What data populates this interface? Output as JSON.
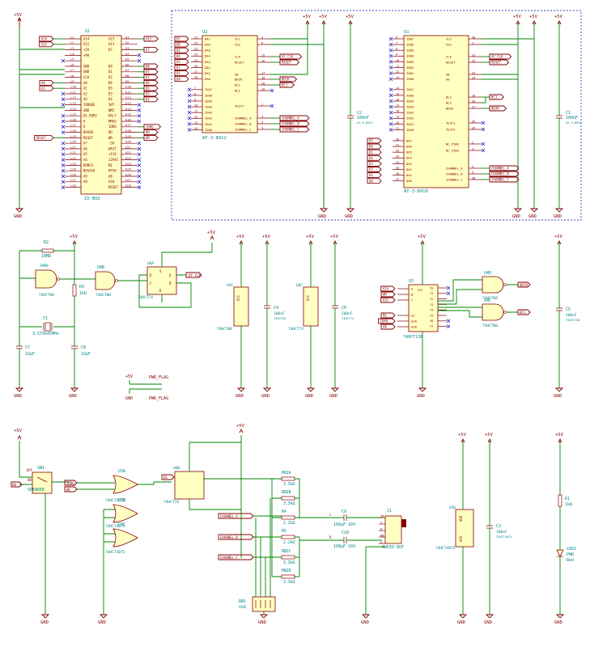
{
  "colors": {
    "wire": "#008400",
    "body": "#ffffc2",
    "outline": "#840000",
    "ref": "#008484",
    "noconnect": "#0000c8",
    "border": "#4040c0"
  },
  "nets": {
    "vcc": "+5V",
    "gnd": "GND"
  },
  "bus": {
    "ref": "J2",
    "name": "ZX BUS",
    "left_pins": [
      "L1",
      "L2",
      "L3",
      "L4",
      "L5",
      "L6",
      "L7",
      "L8",
      "L9",
      "L10",
      "L11",
      "L12",
      "L13",
      "L14",
      "L15",
      "L16",
      "L17",
      "L18",
      "L19",
      "L20",
      "L21",
      "L22",
      "L23",
      "L24",
      "L25",
      "L26",
      "L27",
      "L28"
    ],
    "left_funcs": [
      "A14",
      "A12",
      "+5V",
      "+9V",
      "",
      "GND",
      "GND",
      "CLK",
      "A0",
      "A1",
      "A2",
      "A3",
      "IORQGE",
      "GND",
      "DI_ROM2",
      "V",
      "U",
      "BUSRQ",
      "RESET",
      "A7",
      "A6",
      "A5",
      "A4",
      "ROMCS",
      "BUSACK",
      "A9",
      "A8",
      ""
    ],
    "right_funcs": [
      "A15",
      "A13",
      "D7",
      "",
      "",
      "D0",
      "D1",
      "D2",
      "D6",
      "D5",
      "D3",
      "D4",
      "INT",
      "NMI",
      "HALT",
      "MREQ",
      "IORQ",
      "RD",
      "WR",
      "-5V",
      "WAIT",
      "+12V",
      "12VAC",
      "M1",
      "RFSH",
      "A8",
      "A10",
      "RESET"
    ],
    "right_pins": [
      "U1",
      "U2",
      "U3",
      "U4",
      "U5",
      "U6",
      "U7",
      "U8",
      "U9",
      "U10",
      "U11",
      "U12",
      "U13",
      "U14",
      "U15",
      "U16",
      "U17",
      "U18",
      "U19",
      "U20",
      "U21",
      "U22",
      "U23",
      "U24",
      "U25",
      "U26",
      "U27",
      "U28"
    ],
    "left_labels": [
      "A14",
      "A15",
      "A0",
      "A1",
      "RESET"
    ],
    "right_labels": [
      "A15",
      "D7",
      "D0",
      "D1",
      "D2",
      "D6",
      "D5",
      "D3",
      "D4",
      "IORQ",
      "RD",
      "WR"
    ]
  },
  "ay1": {
    "ref": "U2",
    "value": "AY-3-8912",
    "left_pins": [
      "DA7",
      "DA6",
      "DA5",
      "DA4",
      "DA3",
      "DA2",
      "DA1",
      "DA0",
      "IOA7",
      "IOA6",
      "IOA5",
      "IOA4",
      "IOA3",
      "IOA2",
      "IOA1",
      "IOA0"
    ],
    "left_nums": [
      "21",
      "22",
      "23",
      "24",
      "25",
      "26",
      "27",
      "28",
      "7",
      "8",
      "9",
      "10",
      "11",
      "12",
      "13",
      "14"
    ],
    "data_labels": [
      "D7",
      "D6",
      "D5",
      "D4",
      "D3",
      "D2",
      "D1",
      "D0"
    ],
    "right_pins": [
      "VCC",
      "VSS",
      "CLK",
      "RESET",
      "A8",
      "BDIR",
      "BC1",
      "BC2",
      "TEST1",
      "CHANNEL_A",
      "CHANNEL_B",
      "CHANNEL_C"
    ],
    "right_nums": [
      "3",
      "6",
      "15",
      "16",
      "17",
      "18",
      "20",
      "19",
      "2",
      "4",
      "5",
      "1"
    ],
    "right_labels": [
      "AY_CLK",
      "RESET",
      "BDIR",
      "BC1",
      "CHANNEL_A",
      "CHANNEL_B",
      "CHANNEL_C"
    ]
  },
  "ay2": {
    "ref": "U1",
    "value": "AY-3-8910",
    "left_pins": [
      "IOB7",
      "IOB6",
      "IOB5",
      "IOB4",
      "IOB3",
      "IOB2",
      "IOB1",
      "IOB0",
      "IOA7",
      "IOA6",
      "IOA5",
      "IOA4",
      "IOA3",
      "IOA2",
      "IOA1",
      "IOA0",
      "DA7",
      "DA6",
      "DA5",
      "DA4",
      "DA3",
      "DA2",
      "DA1",
      "DA0"
    ],
    "left_nums": [
      "6",
      "7",
      "8",
      "9",
      "10",
      "11",
      "12",
      "13",
      "14",
      "15",
      "16",
      "17",
      "18",
      "19",
      "20",
      "21",
      "30",
      "31",
      "32",
      "33",
      "34",
      "35",
      "36",
      "37"
    ],
    "data_labels": [
      "D7",
      "D6",
      "D5",
      "D4",
      "D3",
      "D2",
      "D1",
      "D0"
    ],
    "right_pins": [
      "VCC",
      "VSS",
      "CLK",
      "RESET",
      "A8",
      "A9",
      "BC1",
      "BC2",
      "BDIR",
      "TEST1",
      "TEST2",
      "NC_PIN2",
      "NC_PIN3",
      "CHANNEL_A",
      "CHANNEL_B",
      "CHANNEL_C"
    ],
    "right_nums": [
      "40",
      "1",
      "22",
      "23",
      "25",
      "24",
      "29",
      "28",
      "27",
      "39",
      "26",
      "2",
      "3",
      "4",
      "5",
      "38"
    ],
    "right_labels": [
      "AY_CLK",
      "RESET",
      "BC1",
      "BDIR",
      "CHANNEL_A",
      "CHANNEL_B",
      "CHANNEL_C"
    ]
  },
  "caps_top": [
    {
      "ref": "C2",
      "value": "100nF",
      "sub": "AY-3-8912"
    },
    {
      "ref": "C1",
      "value": "100nF",
      "sub": "AY-3-8910"
    }
  ],
  "osc": {
    "r2": {
      "ref": "R2",
      "value": "10MΩ"
    },
    "u4a": {
      "ref": "U4A",
      "value": "74HCT00"
    },
    "u4b": {
      "ref": "U4B",
      "value": "74HCT00"
    },
    "r3": {
      "ref": "R3",
      "value": "1kΩ"
    },
    "y1": {
      "ref": "Y1",
      "value": "3.579545MHz"
    },
    "c7": {
      "ref": "C7",
      "value": "22pF"
    },
    "c8": {
      "ref": "C8",
      "value": "22pF"
    },
    "u6a": {
      "ref": "U6A",
      "value": "74HCT74",
      "pins": [
        "D",
        "C",
        "S",
        "R",
        "Q",
        "Q̅"
      ]
    },
    "clk_label": "AY_CLK"
  },
  "pwr_flags": [
    "PWR_FLAG",
    "PWR_FLAG"
  ],
  "decouple": [
    {
      "ref": "U4C",
      "value": "74HCT00",
      "cap_ref": "C4",
      "cap_val": "100nF",
      "cap_sub": "74HCT00"
    },
    {
      "ref": "U6C",
      "value": "74HCT74",
      "cap_ref": "C6",
      "cap_val": "100nF",
      "cap_sub": "74HCT74"
    }
  ],
  "dec": {
    "ref": "U5",
    "value": "74HCT138",
    "left_pins": [
      "A",
      "B",
      "C",
      "G1",
      "G2A",
      "G2B"
    ],
    "left_labels": [
      "A14",
      "WR",
      "A15",
      "M1",
      "IORQ",
      "A0"
    ],
    "right_pins": [
      "Y0",
      "Y1",
      "Y2",
      "Y3",
      "Y4",
      "Y5",
      "Y6",
      "Y7"
    ],
    "right_nums": [
      "15",
      "14",
      "13",
      "12",
      "11",
      "10",
      "9",
      "7"
    ]
  },
  "nand_out": [
    {
      "ref": "U4D",
      "value": "74HCT00",
      "label": "BDIR"
    },
    {
      "ref": "U4C",
      "value": "74HCT00",
      "label": "BC1"
    }
  ],
  "c5": {
    "ref": "C5",
    "value": "100nF",
    "sub": "74HCT138"
  },
  "speaker": {
    "ref": "SW1",
    "name": "SPEAKER",
    "off": "OFF",
    "on": "ON",
    "in_label": "A0"
  },
  "or_gates": [
    {
      "ref": "U3A",
      "value": "74HCT4075"
    },
    {
      "ref": "U3B",
      "value": "74HCT4075"
    },
    {
      "ref": "U3C",
      "value": "74HCT4075"
    }
  ],
  "or_inputs": [
    "IORQ",
    "WR"
  ],
  "u6b": {
    "ref": "U6B",
    "value": "74HCT74",
    "in_label": "D4"
  },
  "mixer": [
    {
      "ref": "RN2A",
      "value": "3.3kΩ"
    },
    {
      "ref": "RN2B",
      "value": "3.3kΩ"
    },
    {
      "ref": "R4",
      "value": "2.2kΩ"
    },
    {
      "ref": "R5",
      "value": "2.2kΩ"
    },
    {
      "ref": "RN2C",
      "value": "3.3kΩ"
    },
    {
      "ref": "RN2D",
      "value": "3.3kΩ"
    }
  ],
  "channels": [
    "CHANNEL_A",
    "CHANNEL_B",
    "CHANNEL_C"
  ],
  "coupling": [
    {
      "ref": "C9",
      "value": "100µF 16V"
    },
    {
      "ref": "C10",
      "value": "100µF 16V"
    }
  ],
  "jack": {
    "ref": "J1",
    "value": "AUDIO OUT",
    "pins": [
      "TN",
      "T",
      "R",
      "RN",
      "S"
    ],
    "side": [
      "L",
      "R"
    ]
  },
  "rn1": {
    "ref": "RN1",
    "value": "1kΩ"
  },
  "u3d": {
    "ref": "U3D",
    "value": "74HCT4075",
    "pins": [
      "VDD",
      "VSS"
    ]
  },
  "c3": {
    "ref": "C3",
    "value": "100nF",
    "sub": "74HCT4075"
  },
  "led": {
    "r_ref": "R1",
    "r_val": "1kΩ",
    "ref": "LED1",
    "name": "PWR",
    "color": "Red"
  }
}
